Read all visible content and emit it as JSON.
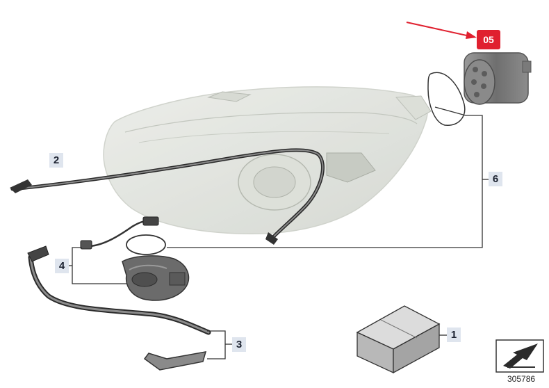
{
  "diagram": {
    "highlight_badge": "05",
    "diagram_number": "305786",
    "callouts": [
      {
        "id": "1",
        "label": "1"
      },
      {
        "id": "2",
        "label": "2"
      },
      {
        "id": "3",
        "label": "3"
      },
      {
        "id": "4",
        "label": "4"
      },
      {
        "id": "6",
        "label": "6"
      }
    ],
    "colors": {
      "highlight": "#e0202f",
      "callout_bg": "#dfe5ee",
      "line": "#333333"
    },
    "icons": [
      "arrow-icon",
      "navigation-arrow-icon"
    ]
  }
}
